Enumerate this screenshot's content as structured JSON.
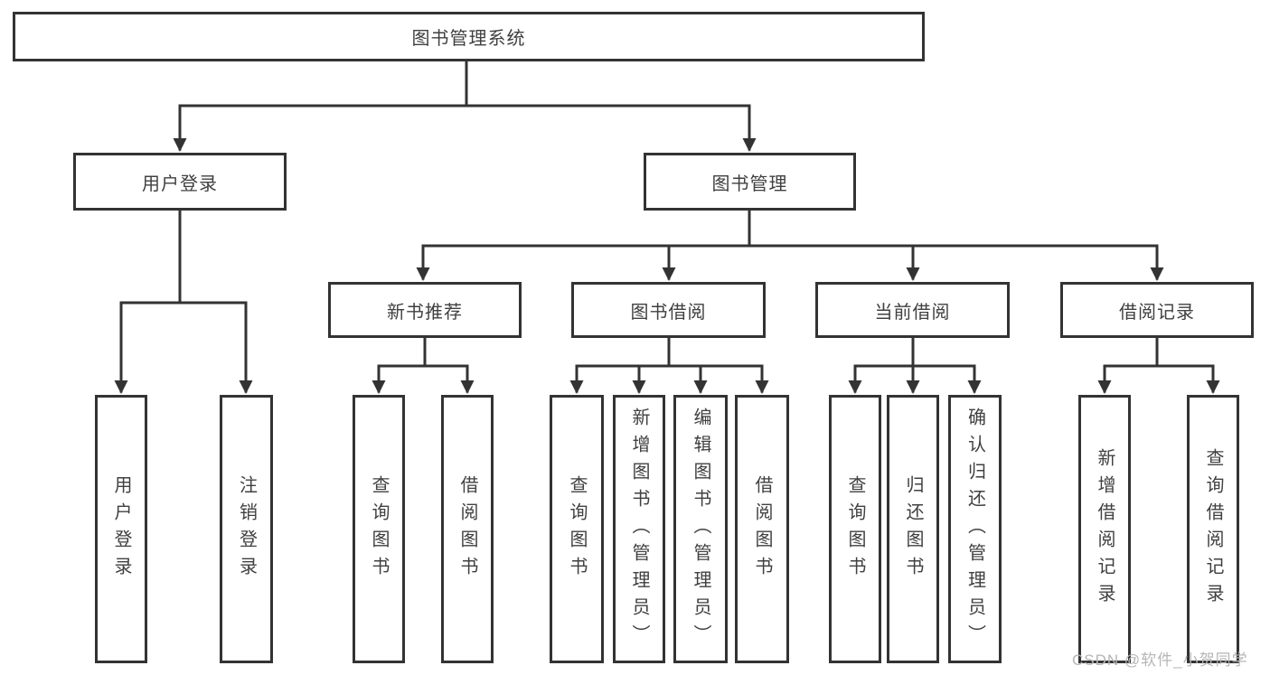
{
  "diagram": {
    "title": "图书管理系统",
    "type": "hierarchy-tree",
    "structure": {
      "root": "图书管理系统",
      "children": [
        {
          "label": "用户登录",
          "children": [
            "用户登录",
            "注销登录"
          ]
        },
        {
          "label": "图书管理",
          "children": [
            {
              "label": "新书推荐",
              "children": [
                "查询图书",
                "借阅图书"
              ]
            },
            {
              "label": "图书借阅",
              "children": [
                "查询图书",
                "新增图书（管理员）",
                "编辑图书（管理员）",
                "借阅图书"
              ]
            },
            {
              "label": "当前借阅",
              "children": [
                "查询图书",
                "归还图书",
                "确认归还（管理员）"
              ]
            },
            {
              "label": "借阅记录",
              "children": [
                "新增借阅记录",
                "查询借阅记录"
              ]
            }
          ]
        }
      ]
    }
  },
  "nodes": {
    "root": "图书管理系统",
    "user_login": "用户登录",
    "book_mgmt": "图书管理",
    "new_book_rec": "新书推荐",
    "book_borrow": "图书借阅",
    "current_borrow": "当前借阅",
    "borrow_records": "借阅记录",
    "ul_login": "用户登录",
    "ul_logout": "注销登录",
    "nb_query": "查询图书",
    "nb_borrow": "借阅图书",
    "bb_query": "查询图书",
    "bb_add": "新增图书（管理员）",
    "bb_edit": "编辑图书（管理员）",
    "bb_borrow": "借阅图书",
    "cb_query": "查询图书",
    "cb_return": "归还图书",
    "cb_confirm": "确认归还（管理员）",
    "br_add": "新增借阅记录",
    "br_query": "查询借阅记录"
  },
  "watermark": {
    "text": "CSDN @软件_小贺同学",
    "color": "#b5b5b5"
  },
  "colors": {
    "line": "#333333",
    "text": "#404040",
    "background": "#ffffff"
  }
}
